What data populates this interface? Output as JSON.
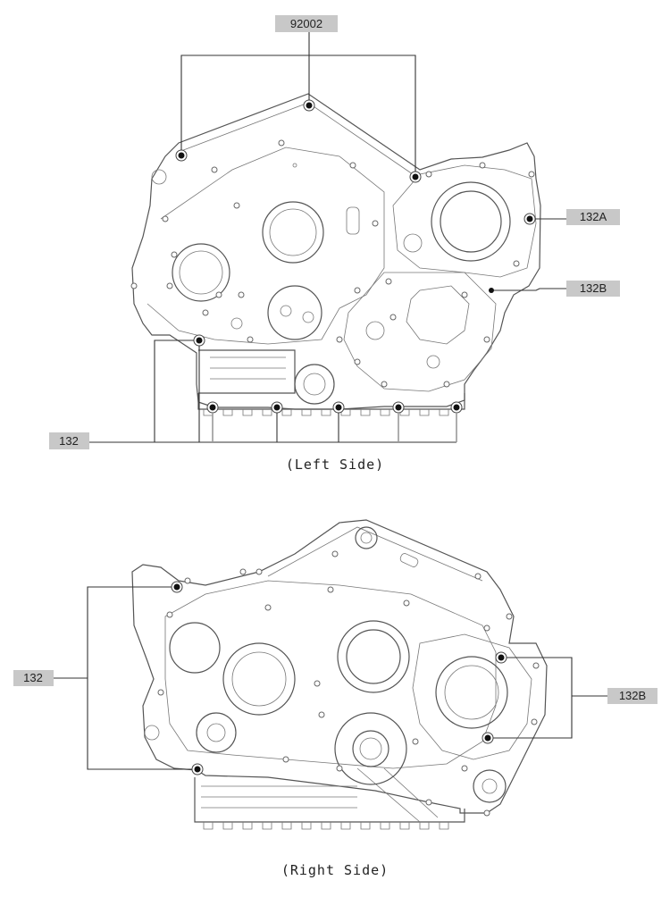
{
  "views": {
    "left": {
      "caption": "(Left Side)",
      "labels": {
        "top": "92002",
        "right_a": "132A",
        "right_b": "132B",
        "left": "132"
      }
    },
    "right": {
      "caption": "(Right Side)",
      "labels": {
        "left": "132",
        "right_b": "132B"
      }
    }
  },
  "colors": {
    "label_bg": "#c8c8c8",
    "line": "#333333",
    "bolt": "#111111"
  }
}
